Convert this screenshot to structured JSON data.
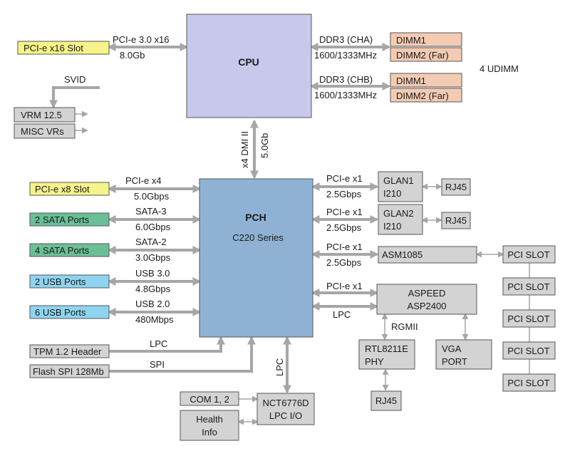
{
  "colors": {
    "cpu": "#c8c8ec",
    "pch": "#8fb2d4",
    "dimm": "#f3cbb3",
    "pcie_slot": "#f6f38a",
    "sata": "#6bbf96",
    "usb": "#8fd4ef",
    "gray_box": "#d3d3d3",
    "arrow": "#a6a6a6"
  },
  "cpu": {
    "label": "CPU"
  },
  "pch": {
    "label": "PCH",
    "series": "C220 Series"
  },
  "dmi": {
    "label1": "x4 DMI II",
    "label2": "5.0Gb"
  },
  "udimm": {
    "label": "4 UDIMM"
  },
  "pcie16": {
    "slot": "PCI-e x16 Slot",
    "bus": "PCI-e 3.0 x16",
    "speed": "8.0Gb"
  },
  "memory": [
    {
      "bus": "DDR3 (CHA)",
      "speed": "1600/1333MHz",
      "dimm1": "DIMM1",
      "dimm2": "DIMM2 (Far)"
    },
    {
      "bus": "DDR3 (CHB)",
      "speed": "1600/1333MHz",
      "dimm1": "DIMM1",
      "dimm2": "DIMM2 (Far)"
    }
  ],
  "power": {
    "svid": "SVID",
    "vrm": "VRM 12.5",
    "misc": "MISC VRs"
  },
  "left_links": [
    {
      "box": "PCI-e x8 Slot",
      "bus": "PCI-e x4",
      "speed": "5.0Gbps"
    },
    {
      "box": "2 SATA Ports",
      "bus": "SATA-3",
      "speed": "6.0Gbps"
    },
    {
      "box": "4 SATA Ports",
      "bus": "SATA-2",
      "speed": "3.0Gbps"
    },
    {
      "box": "2 USB Ports",
      "bus": "USB 3.0",
      "speed": "4.8Gbps"
    },
    {
      "box": "6 USB Ports",
      "bus": "USB 2.0",
      "speed": "480Mbps"
    }
  ],
  "bottom_left": [
    {
      "box": "TPM 1.2 Header",
      "bus": "LPC"
    },
    {
      "box": "Flash SPI 128Mb",
      "bus": "SPI"
    }
  ],
  "lan": [
    {
      "bus": "PCI-e x1",
      "speed": "2.5Gbps",
      "chip1": "GLAN1",
      "chip2": "I210",
      "port": "RJ45"
    },
    {
      "bus": "PCI-e x1",
      "speed": "2.5Gbps",
      "chip1": "GLAN2",
      "chip2": "I210",
      "port": "RJ45"
    }
  ],
  "asm": {
    "bus": "PCI-e x1",
    "speed": "2.5Gbps",
    "chip": "ASM1085"
  },
  "aspeed": {
    "bus1": "PCI-e x1",
    "bus2": "LPC",
    "line1": "ASPEED",
    "line2": "ASP2400"
  },
  "rgmii": {
    "label": "RGMII"
  },
  "phy": {
    "line1": "RTL8211E",
    "line2": "PHY",
    "port": "RJ45"
  },
  "vga": {
    "line1": "VGA",
    "line2": "PORT"
  },
  "pci_slots": [
    "PCI SLOT",
    "PCI SLOT",
    "PCI SLOT",
    "PCI SLOT",
    "PCI SLOT"
  ],
  "superio": {
    "bus": "LPC",
    "line1": "NCT6776D",
    "line2": "LPC I/O"
  },
  "com": {
    "label": "COM 1, 2"
  },
  "health": {
    "line1": "Health",
    "line2": "Info"
  }
}
